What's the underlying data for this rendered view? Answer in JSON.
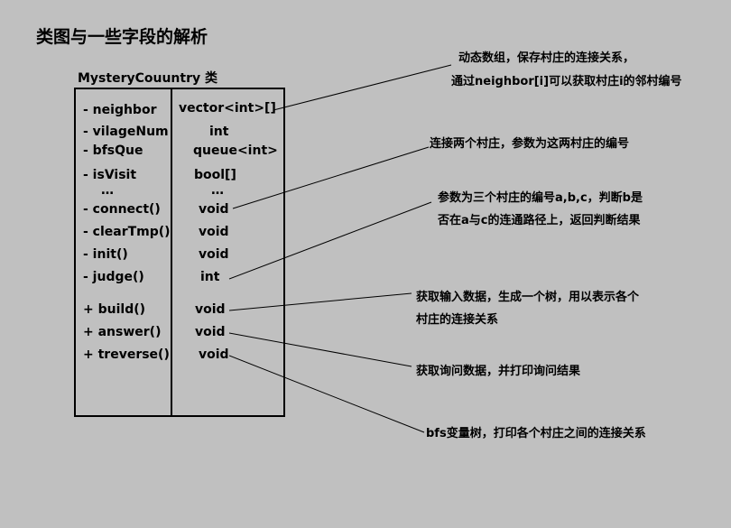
{
  "title": "类图与一些字段的解析",
  "class": {
    "label": "MysteryCouuntry  类",
    "members": [
      {
        "name": "- neighbor",
        "type": "vector<int>[]"
      },
      {
        "name": "- vilageNum",
        "type": "int"
      },
      {
        "name": "-  bfsQue",
        "type": "queue<int>"
      },
      {
        "name": "-  isVisit",
        "type": "bool[]"
      },
      {
        "name": "…",
        "type": "…"
      },
      {
        "name": "- connect()",
        "type": "void"
      },
      {
        "name": "- clearTmp()",
        "type": "void"
      },
      {
        "name": "- init()",
        "type": "void"
      },
      {
        "name": "- judge()",
        "type": "int"
      },
      {
        "name": "+ build()",
        "type": "void"
      },
      {
        "name": "+ answer()",
        "type": "void"
      },
      {
        "name": "+ treverse()",
        "type": "void"
      }
    ]
  },
  "notes": {
    "neighbor_1": "动态数组，保存村庄的连接关系，",
    "neighbor_2": "通过neighbor[i]可以获取村庄i的邻村编号",
    "connect": "连接两个村庄，参数为这两村庄的编号",
    "judge_1": "参数为三个村庄的编号a,b,c，判断b是",
    "judge_2": "否在a与c的连通路径上，返回判断结果",
    "build_1": "获取输入数据，生成一个树，用以表示各个",
    "build_2": "村庄的连接关系",
    "answer": "获取询问数据，并打印询问结果",
    "treverse": "bfs变量树，打印各个村庄之间的连接关系"
  }
}
